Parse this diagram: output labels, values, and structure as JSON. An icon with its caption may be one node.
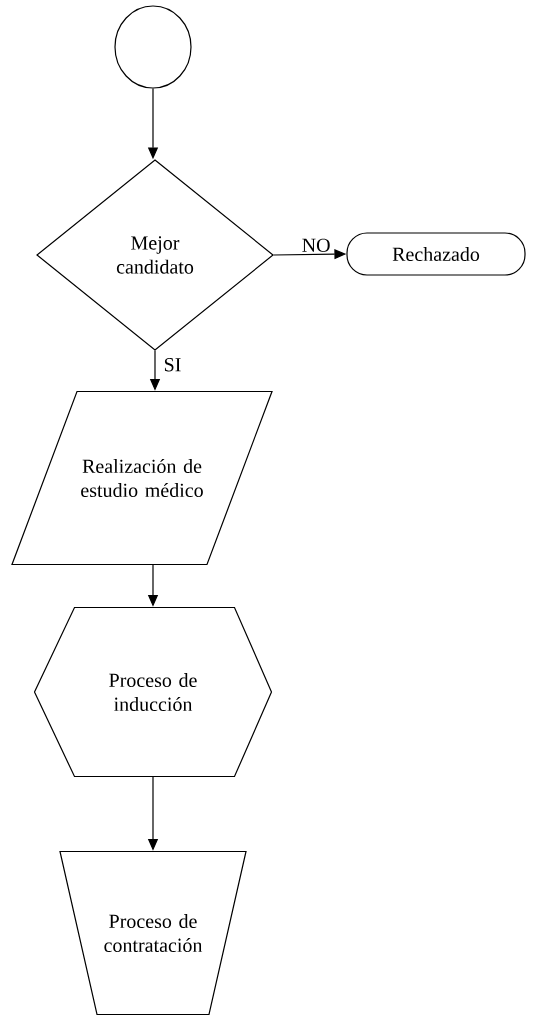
{
  "diagram": {
    "nodes": [
      {
        "text": [],
        "shape": "circle"
      },
      {
        "text": [
          "Mejor candidato"
        ]
      },
      {
        "text": [
          "Rechazado"
        ]
      },
      {
        "text": [
          "Realización de estudio médico"
        ]
      },
      {
        "text": [
          "Proceso de inducción"
        ]
      },
      {
        "text": [
          "Proceso de contratación"
        ]
      }
    ],
    "edges": [
      {
        "from": 0,
        "to": 1,
        "arrow": "to"
      },
      {
        "from": 1,
        "to": 2,
        "arrow": "to",
        "label": "NO"
      },
      {
        "from": 1,
        "to": 3,
        "arrow": "to",
        "label": "SI"
      },
      {
        "from": 3,
        "to": 4,
        "arrow": "to"
      },
      {
        "from": 4,
        "to": 5,
        "arrow": "to"
      }
    ]
  }
}
